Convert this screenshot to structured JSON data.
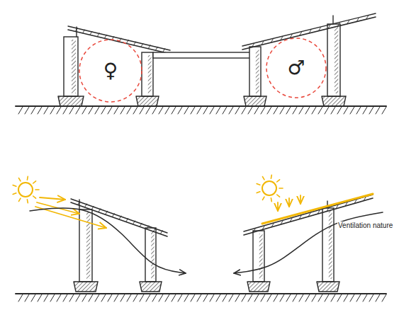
{
  "diagram": {
    "nodes": [
      {
        "text": [
          "♀"
        ]
      },
      {
        "text": [
          "♂"
        ]
      }
    ],
    "labels": [
      "Ventilation nature"
    ]
  }
}
